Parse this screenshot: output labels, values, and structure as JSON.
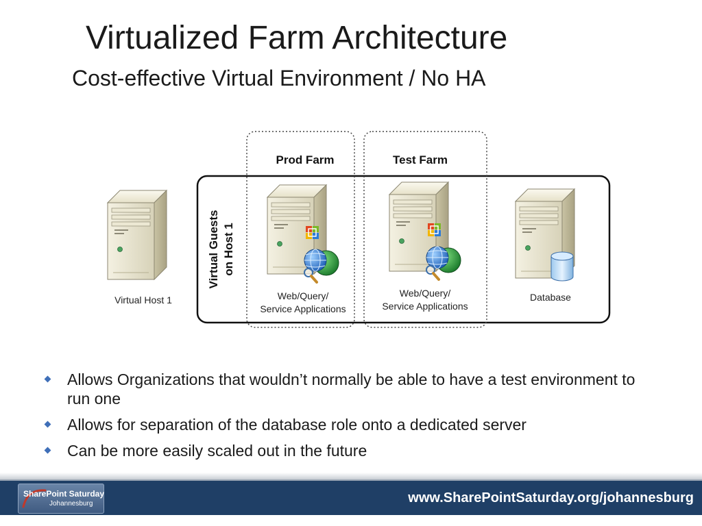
{
  "slide": {
    "title": "Virtualized Farm Architecture",
    "subtitle": "Cost-effective Virtual Environment / No HA"
  },
  "diagram": {
    "prod_farm_label": "Prod Farm",
    "test_farm_label": "Test Farm",
    "virtual_guests_line1": "Virtual Guests",
    "virtual_guests_line2": "on Host 1",
    "virtual_host_label": "Virtual Host 1",
    "prod_server_line1": "Web/Query/",
    "prod_server_line2": "Service Applications",
    "test_server_line1": "Web/Query/",
    "test_server_line2": "Service Applications",
    "database_label": "Database"
  },
  "bullets": [
    "Allows Organizations that wouldn’t normally be able to have a test environment to run one",
    "Allows for separation of the database role onto a dedicated server",
    "Can be more easily scaled out in the future"
  ],
  "footer": {
    "logo_line1": "SharePoint Saturday",
    "logo_line2": "Johannesburg",
    "url": "www.SharePointSaturday.org/johannesburg"
  }
}
